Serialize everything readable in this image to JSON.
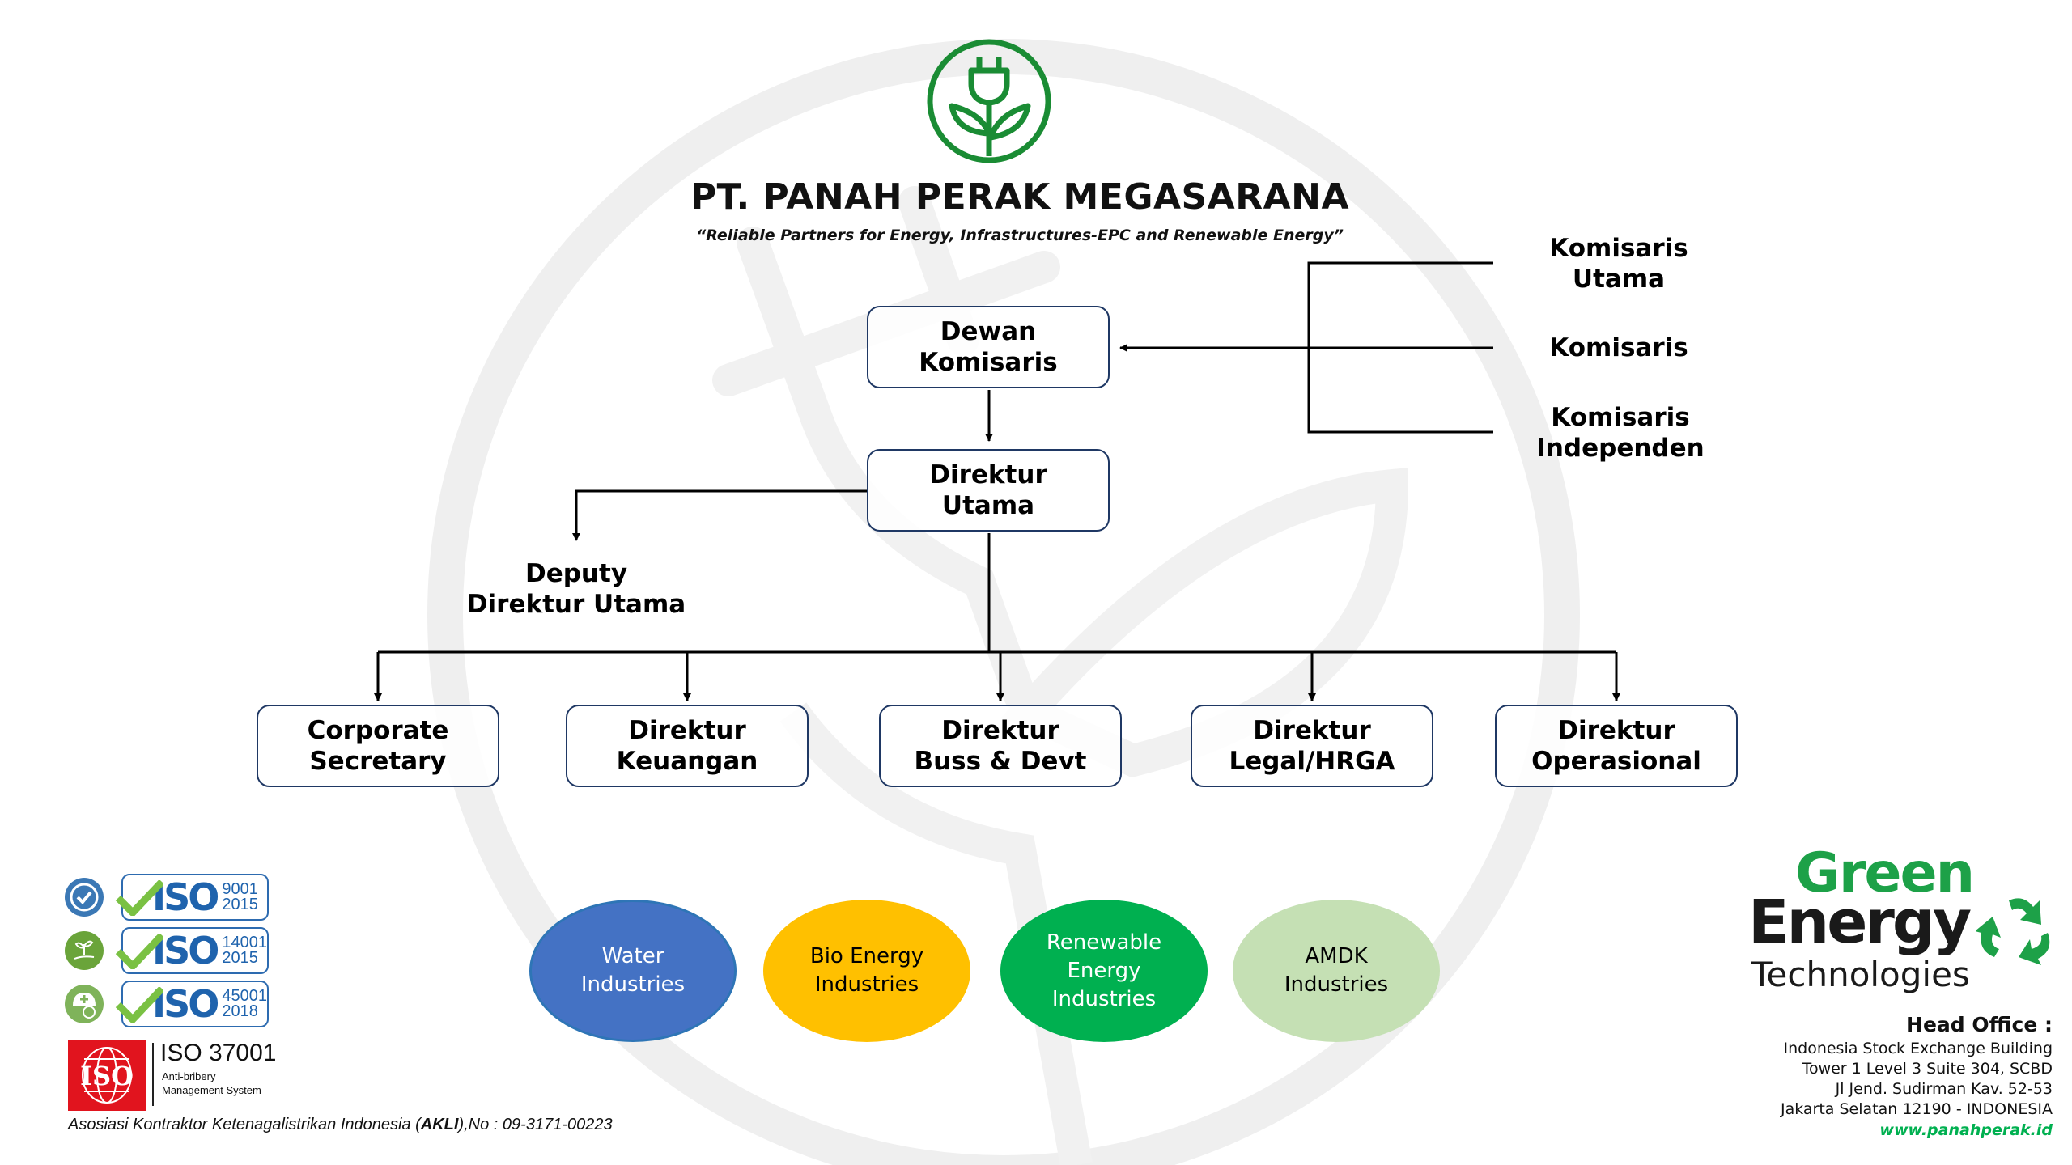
{
  "company": {
    "name": "PT. PANAH PERAK MEGASARANA",
    "tagline": "“Reliable Partners for Energy, Infrastructures-EPC and Renewable Energy”",
    "logo_icon": "plug-plant-icon",
    "brand_color": "#1A8C34"
  },
  "org": {
    "dewan_komisaris": [
      "Dewan",
      "Komisaris"
    ],
    "direktur_utama": [
      "Direktur",
      "Utama"
    ],
    "deputy": [
      "Deputy",
      "Direktur Utama"
    ],
    "commissioners": [
      [
        "Komisaris",
        "Utama"
      ],
      [
        "Komisaris"
      ],
      [
        "Komisaris",
        "Independen"
      ]
    ],
    "directors": [
      [
        "Corporate",
        "Secretary"
      ],
      [
        "Direktur",
        "Keuangan"
      ],
      [
        "Direktur",
        "Buss & Devt"
      ],
      [
        "Direktur",
        "Legal/HRGA"
      ],
      [
        "Direktur",
        "Operasional"
      ]
    ],
    "box_border_color": "#1F3864"
  },
  "industries": [
    {
      "lines": [
        "Water",
        "Industries"
      ],
      "color": "#4472C4",
      "text_color": "#ffffff"
    },
    {
      "lines": [
        "Bio Energy",
        "Industries"
      ],
      "color": "#FFC000",
      "text_color": "#000000"
    },
    {
      "lines": [
        "Renewable",
        "Energy",
        "Industries"
      ],
      "color": "#00B050",
      "text_color": "#ffffff"
    },
    {
      "lines": [
        "AMDK",
        "Industries"
      ],
      "color": "#C5E0B4",
      "text_color": "#000000"
    }
  ],
  "certifications": {
    "iso": [
      {
        "icon": "badge-check-icon",
        "word": "ISO",
        "standard": "9001",
        "year": "2015",
        "icon_color": "#3B78B5"
      },
      {
        "icon": "plant-hand-icon",
        "word": "ISO",
        "standard": "14001",
        "year": "2015",
        "icon_color": "#6AA43A"
      },
      {
        "icon": "safety-helmet-icon",
        "word": "ISO",
        "standard": "45001",
        "year": "2018",
        "icon_color": "#7FB35A"
      }
    ],
    "iso37001": {
      "logo_text": "ISO",
      "title": "ISO 37001",
      "sub1": "Anti-bribery",
      "sub2": "Management System",
      "logo_color": "#E1141E"
    },
    "akli": {
      "prefix": "Asosiasi Kontraktor Ketenagalistrikan Indonesia (",
      "bold": "AKLI",
      "suffix": "),No : 09-3171-00223"
    }
  },
  "green_energy": {
    "line1": "Green",
    "line2": "Energy",
    "line3": "Technologies",
    "icon": "recycle-icon"
  },
  "head_office": {
    "title": "Head Office :",
    "lines": [
      "Indonesia Stock Exchange Building",
      "Tower 1 Level 3 Suite 304, SCBD",
      "Jl Jend. Sudirman Kav. 52-53",
      "Jakarta Selatan 12190 - INDONESIA"
    ],
    "website": "www.panahperak.id"
  }
}
